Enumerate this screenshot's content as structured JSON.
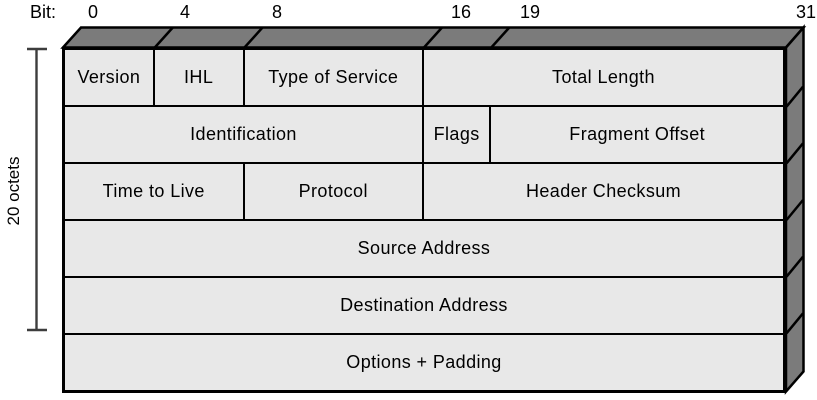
{
  "figure": {
    "ruler": {
      "label": "Bit:",
      "ticks": [
        {
          "bit": 0,
          "label": "0"
        },
        {
          "bit": 4,
          "label": "4"
        },
        {
          "bit": 8,
          "label": "8"
        },
        {
          "bit": 16,
          "label": "16"
        },
        {
          "bit": 19,
          "label": "19"
        },
        {
          "bit": 31,
          "label": "31"
        }
      ]
    },
    "side_bracket": {
      "label": "20 octets"
    },
    "header": {
      "total_bits_per_row": 32,
      "rows": [
        {
          "fields": [
            {
              "label": "Version",
              "bits": 4
            },
            {
              "label": "IHL",
              "bits": 4
            },
            {
              "label": "Type of Service",
              "bits": 8
            },
            {
              "label": "Total Length",
              "bits": 16
            }
          ]
        },
        {
          "fields": [
            {
              "label": "Identification",
              "bits": 16
            },
            {
              "label": "Flags",
              "bits": 3
            },
            {
              "label": "Fragment Offset",
              "bits": 13
            }
          ]
        },
        {
          "fields": [
            {
              "label": "Time to Live",
              "bits": 8
            },
            {
              "label": "Protocol",
              "bits": 8
            },
            {
              "label": "Header Checksum",
              "bits": 16
            }
          ]
        },
        {
          "fields": [
            {
              "label": "Source Address",
              "bits": 32
            }
          ]
        },
        {
          "fields": [
            {
              "label": "Destination Address",
              "bits": 32
            }
          ]
        },
        {
          "fields": [
            {
              "label": "Options + Padding",
              "bits": 32
            }
          ]
        }
      ]
    },
    "colors": {
      "cell_fill": "#e8e8e8",
      "depth_fill": "#7b7b7b",
      "line": "#000000",
      "bracket_line": "#3d3d3d"
    }
  }
}
